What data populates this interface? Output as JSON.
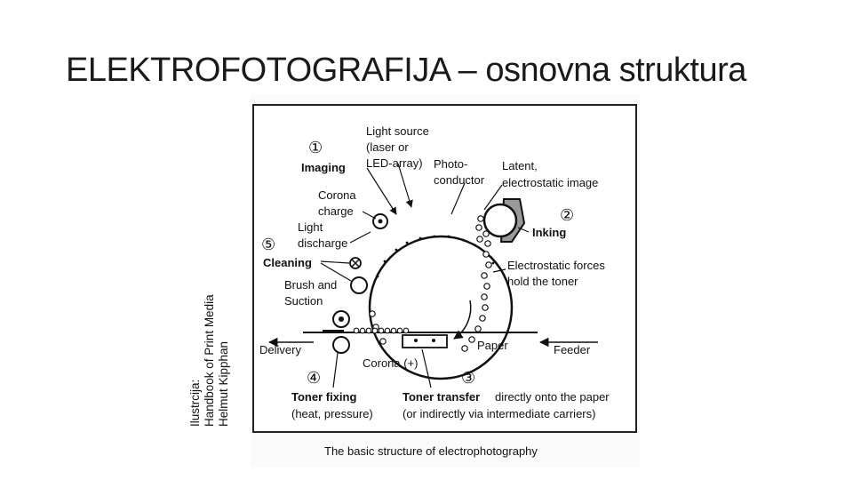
{
  "slide": {
    "title": "ELEKTROFOTOGRAFIJA – osnovna struktura",
    "credit_lines": [
      "Ilustrcija:",
      "Handbook of Print Media",
      "Helmut Kipphan"
    ]
  },
  "figure": {
    "caption": "The basic structure of electrophotography",
    "steps": {
      "s1": {
        "num": "①",
        "title": "Imaging"
      },
      "s2": {
        "num": "②",
        "title": "Inking"
      },
      "s3": {
        "num": "③",
        "title": "Toner transfer",
        "desc": "directly onto the paper",
        "desc2": "(or indirectly via intermediate carriers)"
      },
      "s4": {
        "num": "④",
        "title": "Toner fixing",
        "desc": "(heat, pressure)"
      },
      "s5": {
        "num": "⑤",
        "title": "Cleaning"
      }
    },
    "labels": {
      "light_source": [
        "Light source",
        "(laser or",
        "LED-array)"
      ],
      "photoconductor": [
        "Photo-",
        "conductor"
      ],
      "latent_image": [
        "Latent,",
        "electrostatic image"
      ],
      "corona_charge": [
        "Corona",
        "charge"
      ],
      "light_discharge": [
        "Light",
        "discharge"
      ],
      "brush_suction": [
        "Brush and",
        "Suction"
      ],
      "electrostatic_forces": [
        "Electrostatic forces",
        "hold the toner"
      ],
      "delivery": "Delivery",
      "paper": "Paper",
      "feeder": "Feeder",
      "corona_plus": "Corona (+)"
    }
  }
}
